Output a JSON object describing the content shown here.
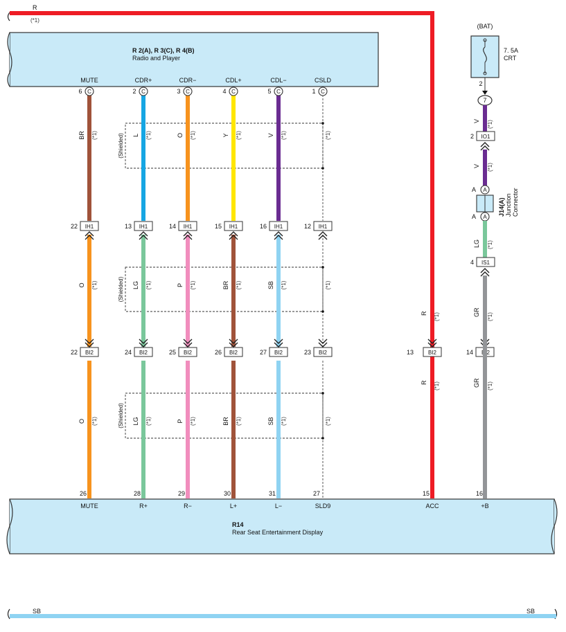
{
  "power_lines": {
    "r_top_color": "R",
    "r_top_note": "(*1)",
    "sb_left": "SB",
    "sb_right": "SB"
  },
  "radio": {
    "title": "R 2(A), R 3(C), R 4(B)",
    "name": "Radio and Player",
    "pins": [
      {
        "label": "MUTE",
        "num": "6",
        "conn": "C"
      },
      {
        "label": "CDR+",
        "num": "2",
        "conn": "C"
      },
      {
        "label": "CDR−",
        "num": "3",
        "conn": "C"
      },
      {
        "label": "CDL+",
        "num": "4",
        "conn": "C"
      },
      {
        "label": "CDL−",
        "num": "5",
        "conn": "C"
      },
      {
        "label": "CSLD",
        "num": "1",
        "conn": "C"
      }
    ]
  },
  "display": {
    "title": "R14",
    "name": "Rear Seat Entertainment Display",
    "pins": [
      {
        "label": "MUTE",
        "num": "26"
      },
      {
        "label": "R+",
        "num": "28"
      },
      {
        "label": "R−",
        "num": "29"
      },
      {
        "label": "L+",
        "num": "30"
      },
      {
        "label": "L−",
        "num": "31"
      },
      {
        "label": "SLD9",
        "num": "27"
      },
      {
        "label": "ACC",
        "num": "15"
      },
      {
        "label": "+B",
        "num": "16"
      }
    ]
  },
  "wires": {
    "seg1": [
      "BR",
      "L",
      "O",
      "Y",
      "V",
      ""
    ],
    "seg2": [
      "O",
      "LG",
      "P",
      "BR",
      "SB",
      ""
    ],
    "seg3": [
      "O",
      "LG",
      "P",
      "BR",
      "SB",
      ""
    ],
    "note": "(*1)",
    "shielded": "(Shielded)"
  },
  "connectors": {
    "ih1": {
      "name": "IH1",
      "pins": [
        "22",
        "13",
        "14",
        "15",
        "16",
        "12"
      ]
    },
    "bi2": {
      "name": "BI2",
      "pins": [
        "22",
        "24",
        "25",
        "26",
        "27",
        "23"
      ]
    },
    "bi2_acc": {
      "name": "BI2",
      "pin": "13"
    },
    "bi2_b": {
      "name": "BI2",
      "pin": "14"
    },
    "io1": {
      "name": "IO1",
      "pin": "2"
    },
    "is1": {
      "name": "IS1",
      "pin": "4"
    }
  },
  "acc_wire": {
    "color1": "R",
    "color2": "R"
  },
  "bat_circuit": {
    "bat_label": "(BAT)",
    "fuse_rating": "7. 5A",
    "fuse_name": "CRT",
    "fuse_pin": "2",
    "circle_pin": "7",
    "wire1": "V",
    "wire2": "V",
    "junction_id": "J14(A)",
    "junction_name": "Junction Connector",
    "junction_pin_label": "A",
    "junction_pin_letter": "A",
    "wire3": "LG",
    "wire4": "GR",
    "wire5": "GR"
  },
  "colors": {
    "BR": "#a0533a",
    "L": "#16a6e3",
    "O": "#f7931e",
    "Y": "#ffe600",
    "V": "#6a2c91",
    "LG": "#7ac79b",
    "P": "#f18dbd",
    "SB": "#8fd3f2",
    "R": "#ee1c25",
    "GR": "#939598",
    "box": "#c9eaf8"
  }
}
